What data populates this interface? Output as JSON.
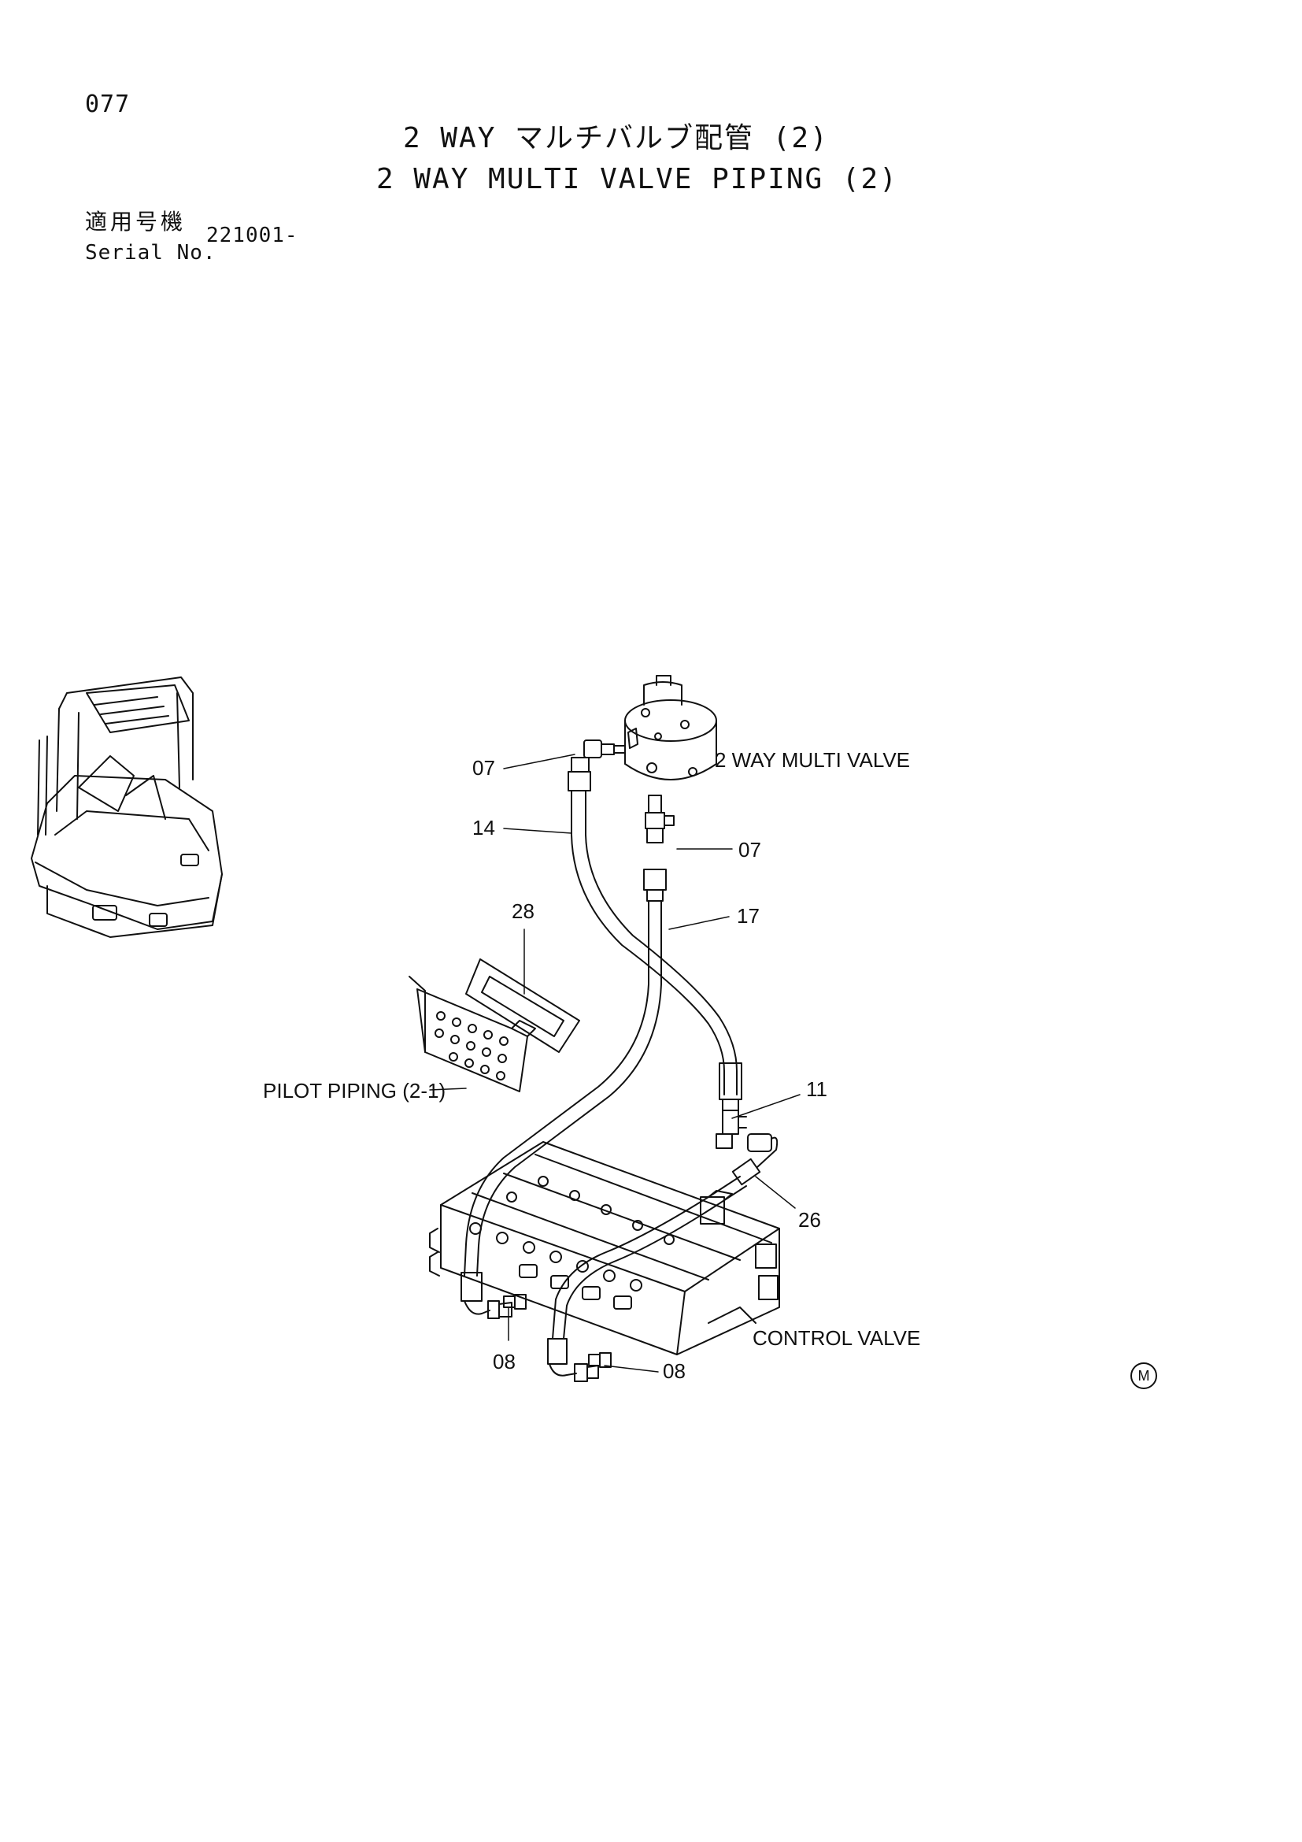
{
  "page_number": "077",
  "title_jp": "2 WAY マルチバルブ配管 (2)",
  "title_en": "2 WAY MULTI VALVE PIPING (2)",
  "serial": {
    "label_jp": "適用号機",
    "label_en": "Serial No.",
    "value": "221001-"
  },
  "labels": {
    "multi_valve": "2 WAY MULTI VALVE",
    "pilot_piping": "PILOT PIPING (2-1)",
    "control_valve": "CONTROL VALVE"
  },
  "parts": {
    "p07_left": "07",
    "p07_right": "07",
    "p14": "14",
    "p17": "17",
    "p28": "28",
    "p11": "11",
    "p26": "26",
    "p08_left": "08",
    "p08_right": "08"
  },
  "mark": "M"
}
